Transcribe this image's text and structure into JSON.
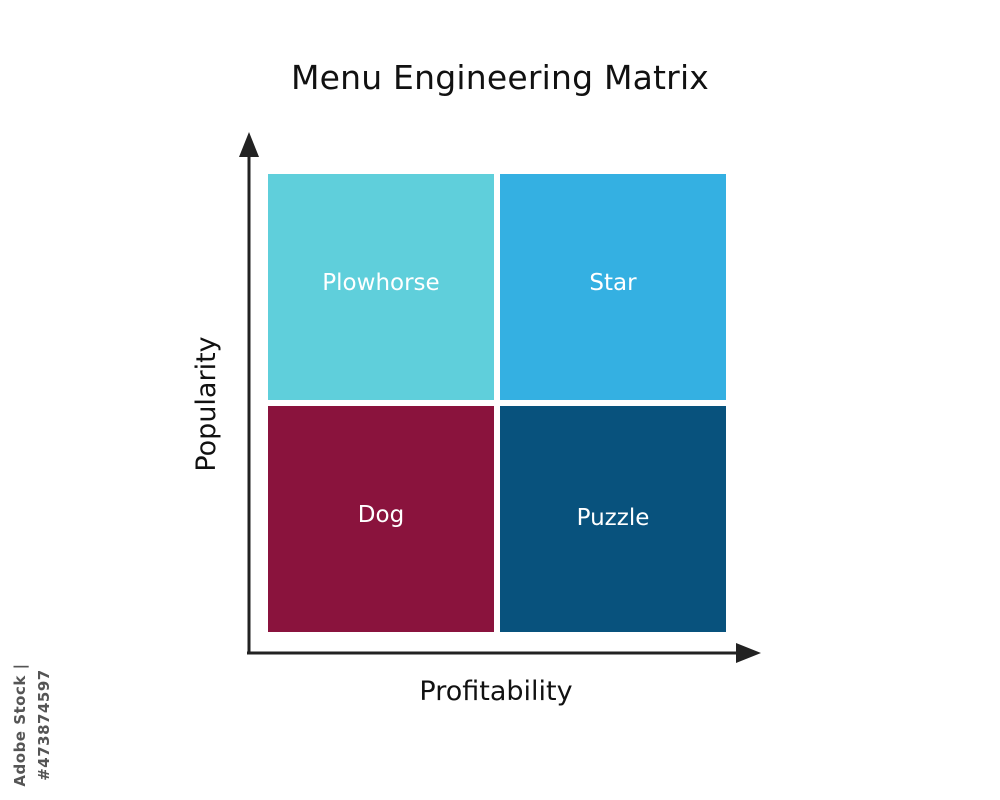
{
  "title": "Menu Engineering Matrix",
  "axes": {
    "x_label": "Profitability",
    "y_label": "Popularity"
  },
  "quadrants": {
    "top_left": {
      "label": "Plowhorse",
      "color": "#5fcfdb"
    },
    "top_right": {
      "label": "Star",
      "color": "#34b0e2"
    },
    "bottom_left": {
      "label": "Dog",
      "color": "#8a133d"
    },
    "bottom_right": {
      "label": "Puzzle",
      "color": "#08527d"
    }
  },
  "colors": {
    "axis": "#222222",
    "text": "#111111",
    "background": "#ffffff"
  },
  "watermark": {
    "stock_id": "Adobe Stock | #473874597"
  }
}
